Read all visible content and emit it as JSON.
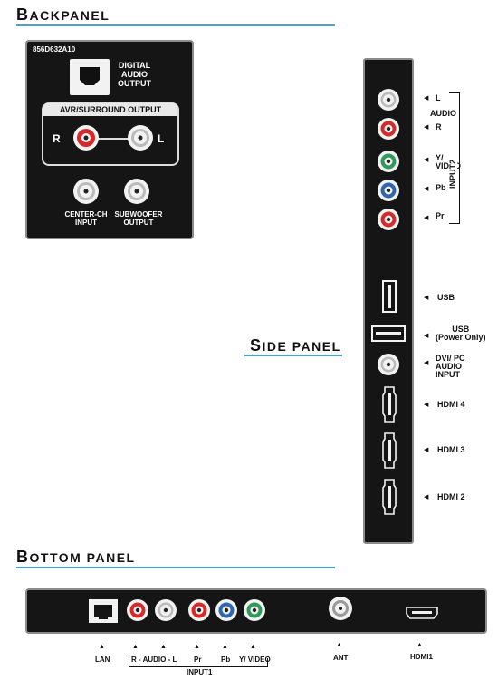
{
  "headings": {
    "backpanel": {
      "first": "B",
      "rest": "ACKPANEL"
    },
    "side_panel": {
      "first": "S",
      "rest": "IDE PANEL"
    },
    "bottom_panel": {
      "first": "B",
      "rest": "OTTOM PANEL"
    }
  },
  "back_panel": {
    "model": "856D632A10",
    "digital_audio_output": [
      "DIGITAL",
      "AUDIO",
      "OUTPUT"
    ],
    "avr_title": "AVR/SURROUND OUTPUT",
    "r": "R",
    "l": "L",
    "center_ch": [
      "CENTER-CH",
      "INPUT"
    ],
    "subwoofer": [
      "SUBWOOFER",
      "OUTPUT"
    ]
  },
  "side_panel": {
    "l": "L",
    "audio": "AUDIO",
    "r": "R",
    "y_video": [
      "Y/",
      "VIDEO"
    ],
    "pb": "Pb",
    "pr": "Pr",
    "input2": "INPUT2",
    "usb": "USB",
    "usb_power": [
      "USB",
      "(Power Only)"
    ],
    "dvi_pc_audio": [
      "DVI/ PC",
      "AUDIO",
      "INPUT"
    ],
    "hdmi4": "HDMI 4",
    "hdmi3": "HDMI 3",
    "hdmi2": "HDMI 2"
  },
  "bottom_panel": {
    "lan": "LAN",
    "r_audio_l": "R - AUDIO - L",
    "pr": "Pr",
    "pb": "Pb",
    "y_video": "Y/ VIDEO",
    "input1": "INPUT1",
    "ant": "ANT",
    "hdmi1": "HDMI1"
  },
  "colors": {
    "panel": "#151515",
    "rule": "#4aa3c8",
    "white_jack": "#f2f2f2",
    "red_jack": "#d42a2a",
    "green_jack": "#2f9a5a",
    "blue_jack": "#2f66b0"
  }
}
